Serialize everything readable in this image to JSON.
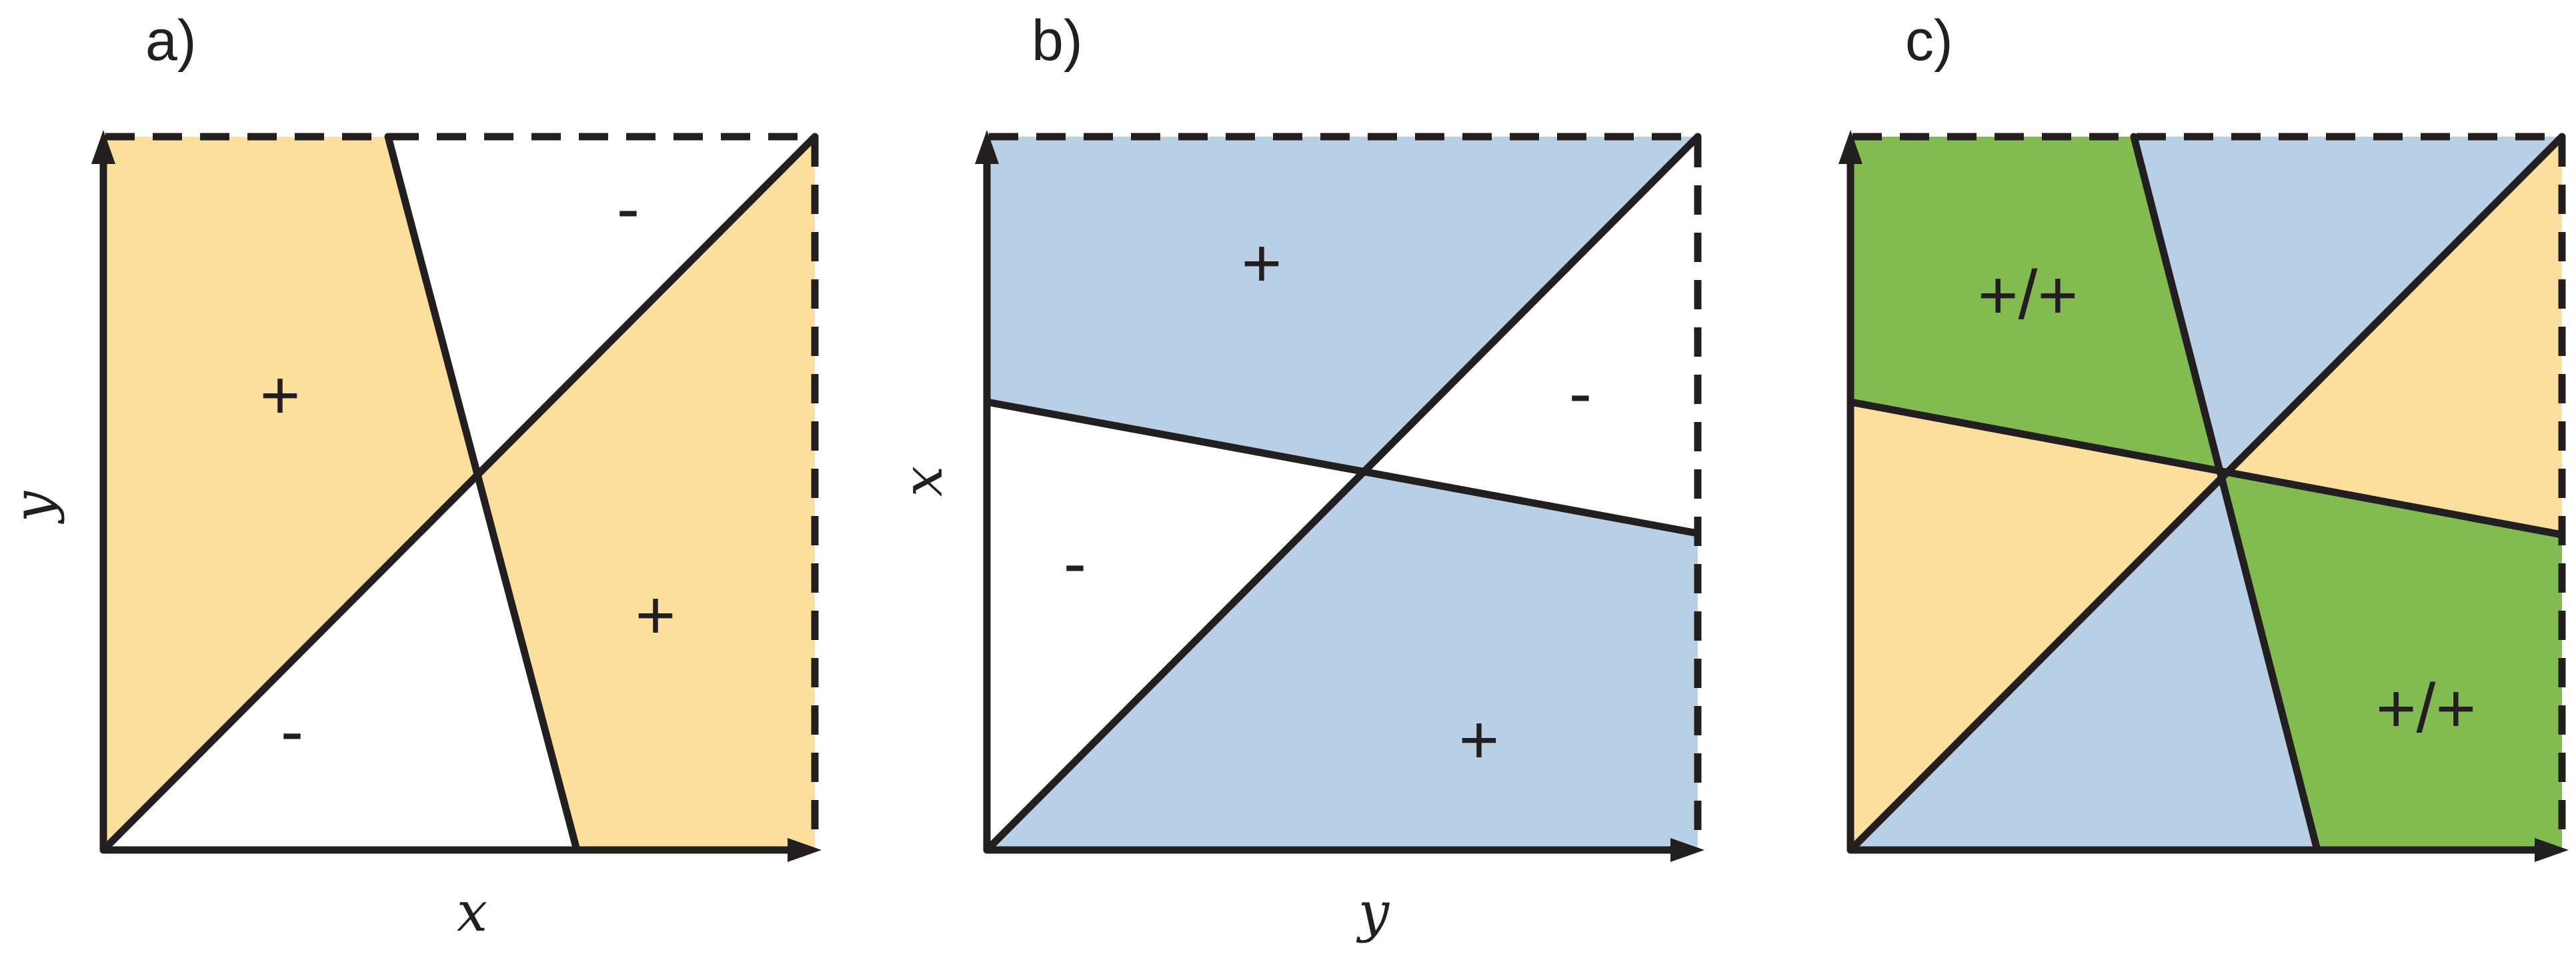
{
  "colors": {
    "orange": "#fcdf9c",
    "blue": "#b9cfe6",
    "green": "#82bb4f",
    "white": "#ffffff",
    "line": "#231f20"
  },
  "panels": [
    {
      "label": "a)",
      "x_axis_label": "x",
      "y_axis_label": "y",
      "regions": [
        {
          "text": "+",
          "fill": "orange"
        },
        {
          "text": "-",
          "fill": "white"
        },
        {
          "text": "+",
          "fill": "orange"
        },
        {
          "text": "-",
          "fill": "white"
        }
      ]
    },
    {
      "label": "b)",
      "x_axis_label": "y",
      "y_axis_label": "x",
      "regions": [
        {
          "text": "+",
          "fill": "blue"
        },
        {
          "text": "-",
          "fill": "white"
        },
        {
          "text": "-",
          "fill": "white"
        },
        {
          "text": "+",
          "fill": "blue"
        }
      ]
    },
    {
      "label": "c)",
      "regions": [
        {
          "text": "+/+",
          "fill": "green"
        },
        {
          "text": "+/+",
          "fill": "green"
        },
        {
          "text": "",
          "fill": "blue"
        },
        {
          "text": "",
          "fill": "orange"
        }
      ]
    }
  ]
}
